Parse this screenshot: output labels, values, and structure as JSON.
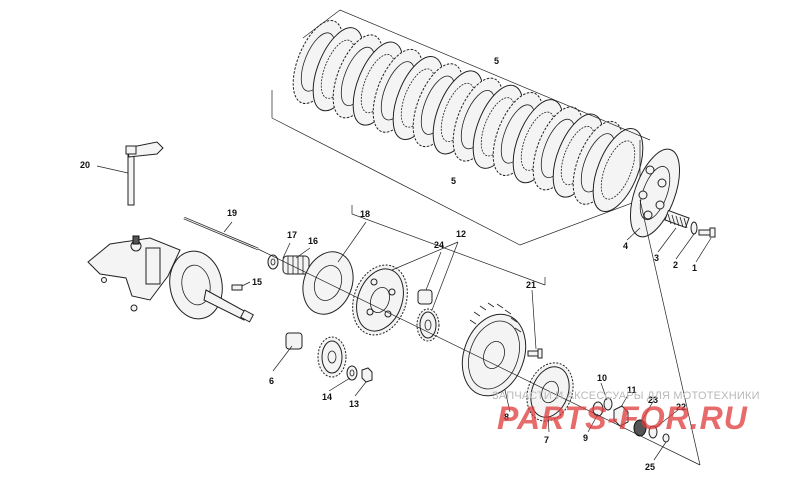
{
  "diagram": {
    "labels": {
      "l1": "1",
      "l2": "2",
      "l3": "3",
      "l4": "4",
      "l5a": "5",
      "l5b": "5",
      "l6": "6",
      "l7": "7",
      "l8": "8",
      "l9": "9",
      "l10": "10",
      "l11": "11",
      "l12": "12",
      "l13": "13",
      "l14": "14",
      "l15": "15",
      "l16": "16",
      "l17": "17",
      "l18": "18",
      "l19": "19",
      "l20": "20",
      "l21": "21",
      "l22": "22",
      "l23": "23",
      "l24": "24",
      "l25": "25"
    }
  },
  "watermark": {
    "caption": "ЗАПЧАСТИ И АКСЕССУАРЫ ДЛЯ МОТОТЕХНИКИ",
    "logo": "PARTS-FOR.RU"
  }
}
